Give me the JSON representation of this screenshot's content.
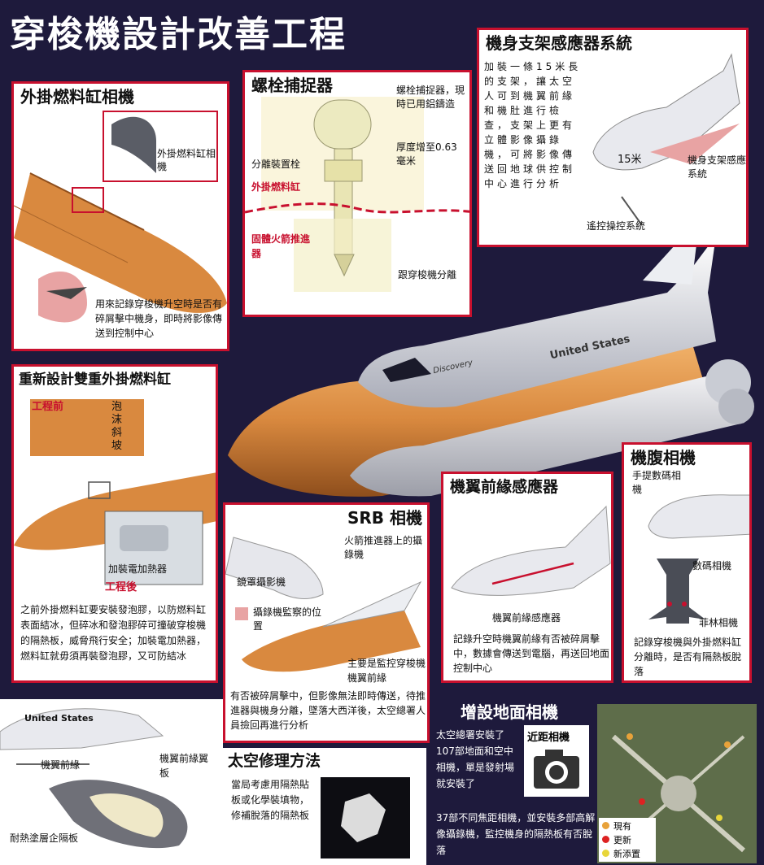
{
  "main_title": "穿梭機設計改善工程",
  "tank_camera": {
    "title": "外掛燃料缸相機",
    "inset_label": "外掛燃料缸相機",
    "caption": "用來記錄穿梭機升空時是否有碎屑擊中機身，即時將影像傳送到控制中心"
  },
  "bolt_catcher": {
    "title": "螺栓捕捉器",
    "desc1": "螺栓捕捉器，現時已用鋁鑄造",
    "desc2": "厚度增至0.63毫米",
    "separation_device": "分離裝置栓",
    "external_tank": "外掛燃料缸",
    "srb": "固體火箭推進器",
    "separation": "跟穿梭機分離"
  },
  "boom_sensor": {
    "title": "機身支架感應器系統",
    "desc": "加裝一條15米長的支架，讓太空人可到機翼前緣和機肚進行檢查，支架上更有立體影像攝錄機，可將影像傳送回地球供控制中心進行分析",
    "length": "15米",
    "boom_label": "機身支架感應系統",
    "remote_arm": "遙控操控系統"
  },
  "redesign_tank": {
    "title": "重新設計雙重外掛燃料缸",
    "before": "工程前",
    "foam_ramp": "泡沫斜坡",
    "heater": "加裝電加熱器",
    "after": "工程後",
    "desc": "之前外掛燃料缸要安裝發泡膠，以防燃料缸表面結冰，但碎冰和發泡膠碎可撞破穿梭機的隔熱板，威脅飛行安全；加裝電加熱器，燃料缸就毋須再裝發泡膠，又可防結冰"
  },
  "orbiter": {
    "label": "United States",
    "name": "Discovery"
  },
  "belly_camera": {
    "title": "機腹相機",
    "handheld": "手提數碼相機",
    "digital": "數碼相機",
    "film": "菲林相機",
    "desc": "記錄穿梭機與外掛燃料缸分離時，是否有隔熱板脫落"
  },
  "wing_sensor": {
    "title": "機翼前緣感應器",
    "label": "機翼前緣感應器",
    "desc": "記錄升空時機翼前緣有否被碎屑擊中，數據會傳送到電腦，再送回地面控制中心"
  },
  "srb_camera": {
    "title": "SRB 相機",
    "rocket_cam": "火箭推進器上的攝錄機",
    "cover": "鏡罩攝影機",
    "legend": "攝錄機監察的位置",
    "desc_a": "主要是監控穿梭機機翼前緣",
    "desc_b": "有否被碎屑擊中，但影像無法即時傳送，待推進器與機身分離，墜落大西洋後，太空總署人員撿回再進行分析"
  },
  "wing_panel": {
    "label": "United States",
    "leading_edge": "機翼前緣",
    "wing_plate": "機翼前緣翼板",
    "coating": "耐熱塗層企隔板"
  },
  "space_repair": {
    "title": "太空修理方法",
    "desc": "當局考慮用隔熱貼板或化學裝填物，修補脫落的隔熱板"
  },
  "ground_camera": {
    "title": "增設地面相機",
    "close_range": "近距相機",
    "desc_a": "太空總署安裝了107部地面和空中相機，單是發射場就安裝了",
    "desc_b": "37部不同焦距相機，並安裝多部高解像攝錄機，監控機身的隔熱板有否脫落",
    "legend": [
      "現有",
      "更新",
      "新添置"
    ]
  },
  "colors": {
    "background": "#1e1a3c",
    "frame": "#c8102e",
    "tank": "#d9893f",
    "highlight": "#e8a3a3"
  }
}
